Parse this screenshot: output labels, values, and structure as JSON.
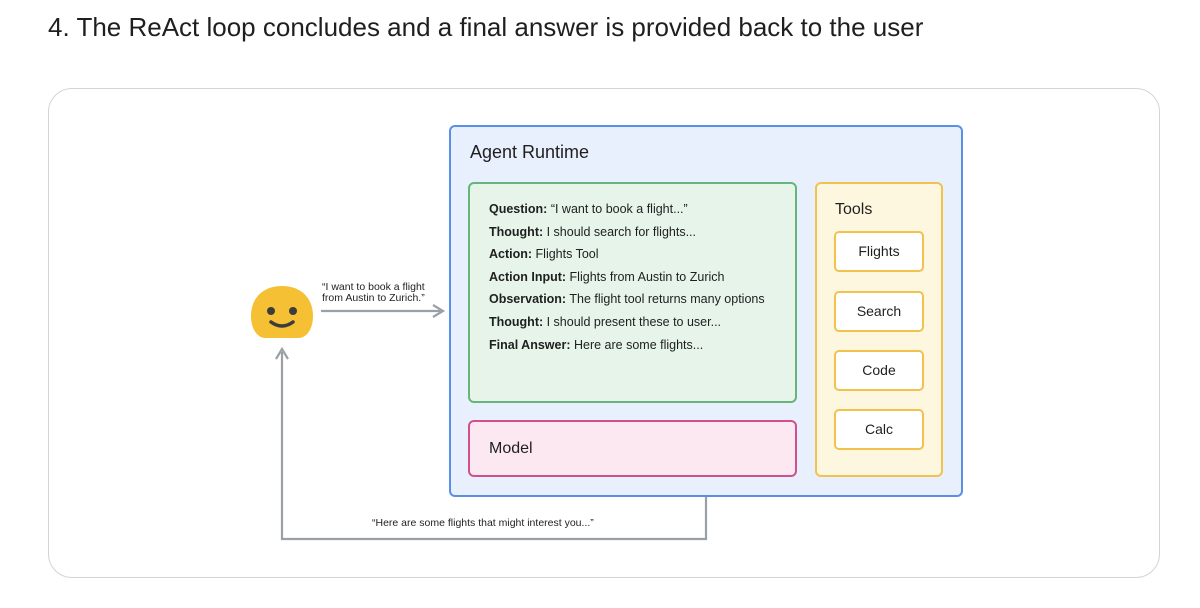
{
  "heading": "4. The ReAct loop concludes and a final answer is provided back to the user",
  "user": {
    "icon": "smiling-face-icon",
    "request_line1": "“I want to book a flight",
    "request_line2": "from Austin to Zurich.”",
    "response": "“Here are some flights that might interest you...”"
  },
  "runtime": {
    "title": "Agent Runtime",
    "trace": [
      {
        "key": "Question:",
        "text": " “I want to book a flight...”"
      },
      {
        "key": "Thought:",
        "text": " I should search for flights..."
      },
      {
        "key": "Action:",
        "text": " Flights Tool"
      },
      {
        "key": "Action Input:",
        "text": " Flights from Austin to Zurich"
      },
      {
        "key": "Observation:",
        "text": " The flight tool returns many options"
      },
      {
        "key": "Thought:",
        "text": " I should present these to user..."
      },
      {
        "key": "Final Answer:",
        "text": " Here are some flights..."
      }
    ],
    "model_label": "Model",
    "tools_title": "Tools",
    "tools": [
      "Flights",
      "Search",
      "Code",
      "Calc"
    ]
  },
  "colors": {
    "runtime_bg": "#e8f0fd",
    "runtime_border": "#5b8ee6",
    "trace_bg": "#e6f4ea",
    "trace_border": "#67b57a",
    "model_bg": "#fce8f1",
    "model_border": "#d0508e",
    "tools_bg": "#fef7e0",
    "tools_border": "#f2c14e",
    "arrow": "#9aa0a6",
    "face": "#f5c033"
  }
}
